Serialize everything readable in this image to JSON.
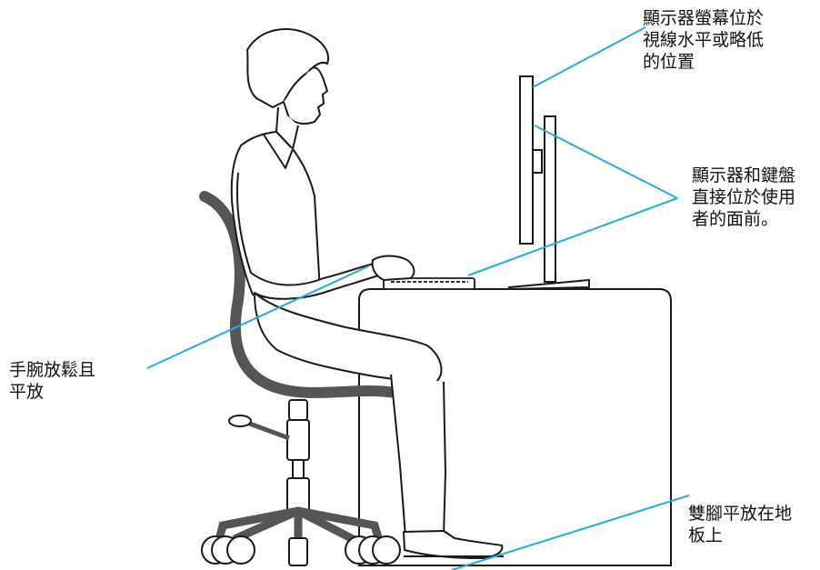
{
  "labels": {
    "monitor": [
      "顯示器螢幕位於",
      "視線水平或略低",
      "的位置"
    ],
    "keyboard": [
      "顯示器和鍵盤",
      "直接位於使用",
      "者的面前。"
    ],
    "wrist": [
      "手腕放鬆且",
      "平放"
    ],
    "feet": [
      "雙腳平放在地",
      "板上"
    ]
  },
  "colors": {
    "callout": "#29a9e1",
    "line": "#1a1a1a",
    "chair": "#555555"
  }
}
